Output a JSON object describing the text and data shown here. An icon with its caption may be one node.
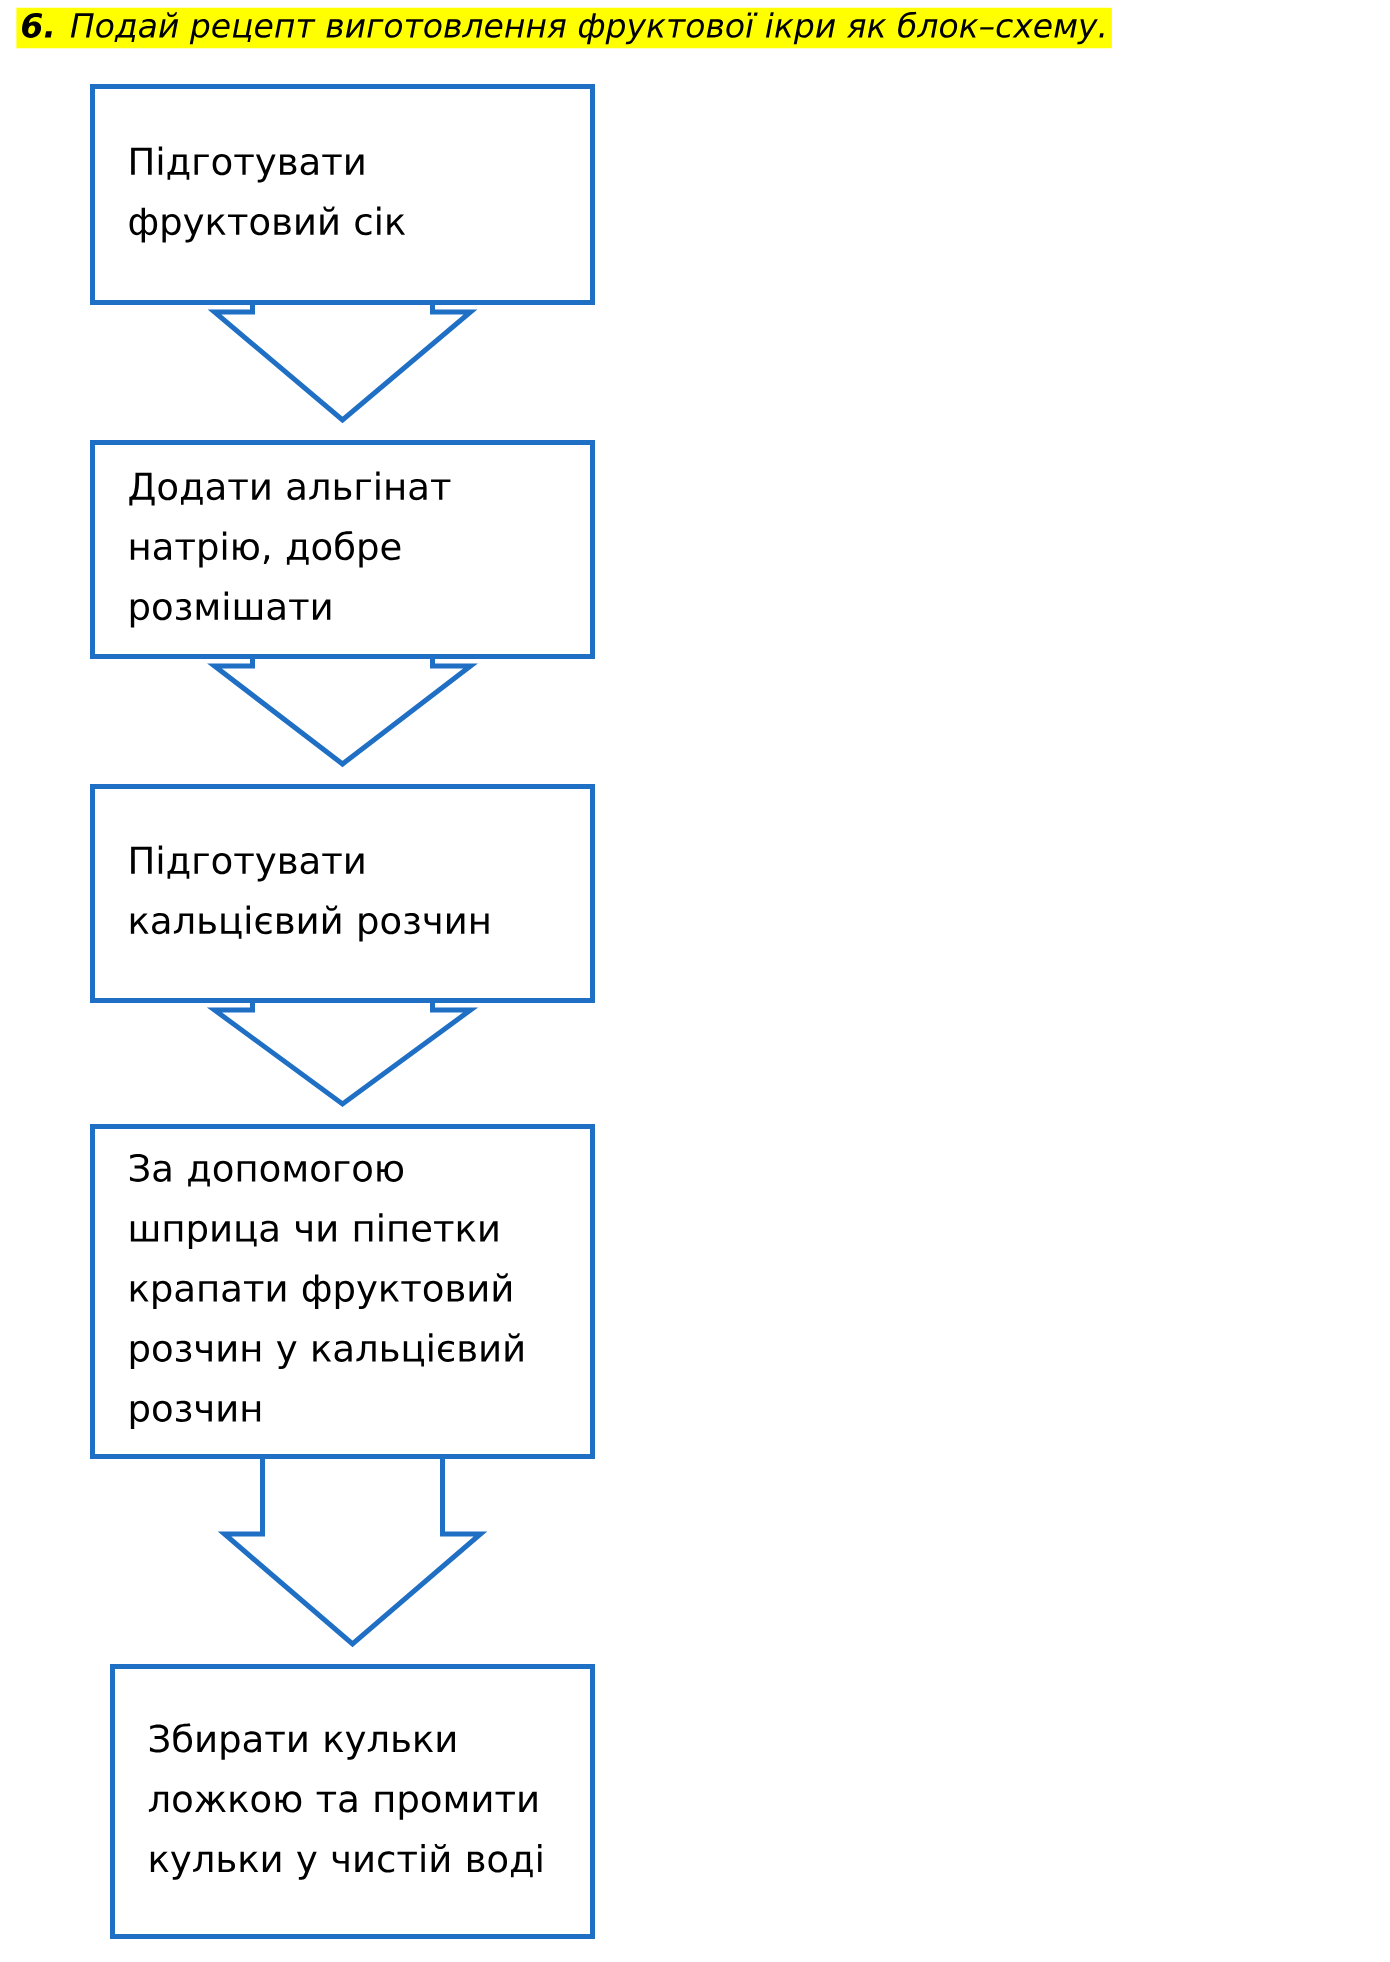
{
  "diagram": {
    "title": "**6.** Подай рецепт виготовлення фруктової ікри як блок–схему.",
    "nodes": [
      {
        "text": [
          "Підготувати фруктовий сік"
        ]
      },
      {
        "text": [
          "Додати альгінат натрію, добре розмішати"
        ]
      },
      {
        "text": [
          "Підготувати кальцієвий розчин"
        ]
      },
      {
        "text": [
          "За допомогою шприца чи піпетки крапати фруктовий розчин у кальцієвий розчин"
        ]
      },
      {
        "text": [
          "Збирати кульки ложкою та промити кульки у чистій воді"
        ]
      }
    ],
    "edges": [
      {
        "from": 0,
        "to": 1,
        "arrow": "to"
      },
      {
        "from": 1,
        "to": 2,
        "arrow": "to"
      },
      {
        "from": 2,
        "to": 3,
        "arrow": "to"
      },
      {
        "from": 3,
        "to": 4,
        "arrow": "to"
      }
    ]
  }
}
